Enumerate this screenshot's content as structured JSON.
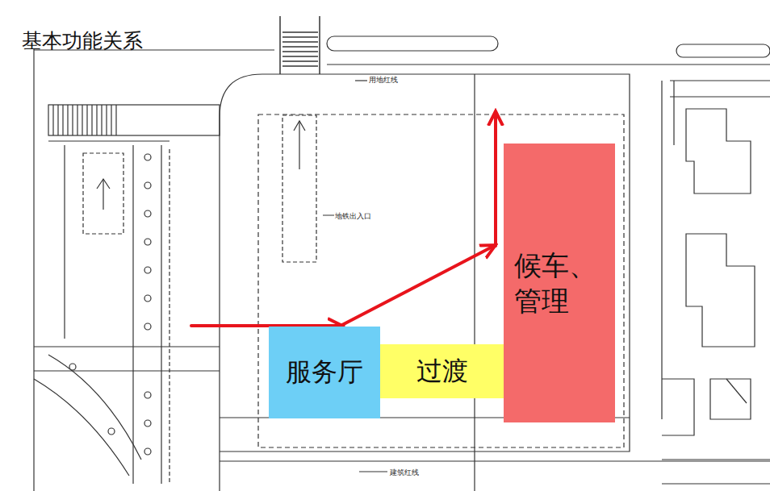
{
  "diagram": {
    "title": "基本功能关系",
    "nodes": [
      {
        "text": [
          "服务厅"
        ]
      },
      {
        "text": [
          "过渡"
        ]
      },
      {
        "text": [
          "候车、 管理"
        ]
      }
    ],
    "labels": [
      "地铁出入口",
      "用地红线",
      "建筑红线"
    ]
  }
}
